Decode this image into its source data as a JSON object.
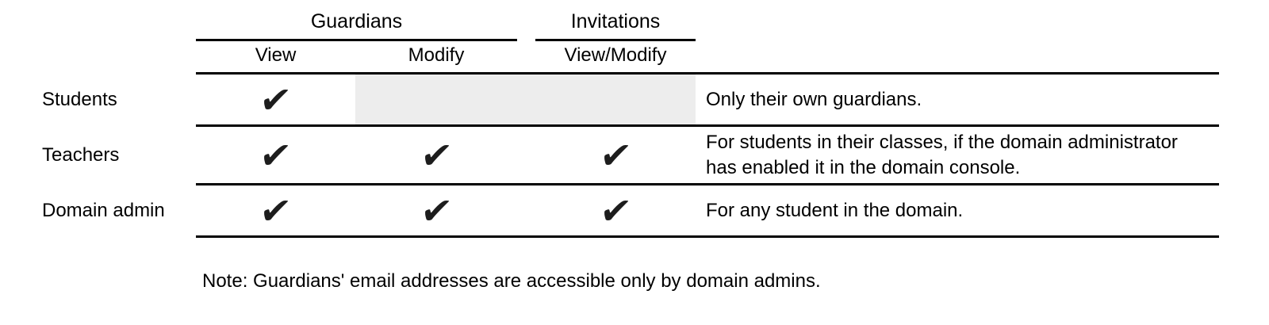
{
  "table": {
    "column_groups": [
      {
        "label": "Guardians",
        "sub_columns": [
          "View",
          "Modify"
        ]
      },
      {
        "label": "Invitations",
        "sub_columns": [
          "View/Modify"
        ]
      }
    ],
    "sub_headers": {
      "view": "View",
      "modify": "Modify",
      "view_modify": "View/Modify"
    },
    "check_glyph": "✔",
    "colors": {
      "rule": "#000000",
      "text": "#000000",
      "check": "#1d1d1d",
      "disabled_cell": "#ededed"
    },
    "rows": [
      {
        "label": "Students",
        "guardians_view": true,
        "guardians_modify": false,
        "invitations_view_modify": false,
        "note": "Only their own guardians."
      },
      {
        "label": "Teachers",
        "guardians_view": true,
        "guardians_modify": true,
        "invitations_view_modify": true,
        "note": "For students in their classes, if the domain administrator has enabled it in the domain console."
      },
      {
        "label": "Domain admin",
        "guardians_view": true,
        "guardians_modify": true,
        "invitations_view_modify": true,
        "note": "For any student in the domain."
      }
    ]
  },
  "footnote": "Note: Guardians' email addresses are accessible only by domain admins."
}
